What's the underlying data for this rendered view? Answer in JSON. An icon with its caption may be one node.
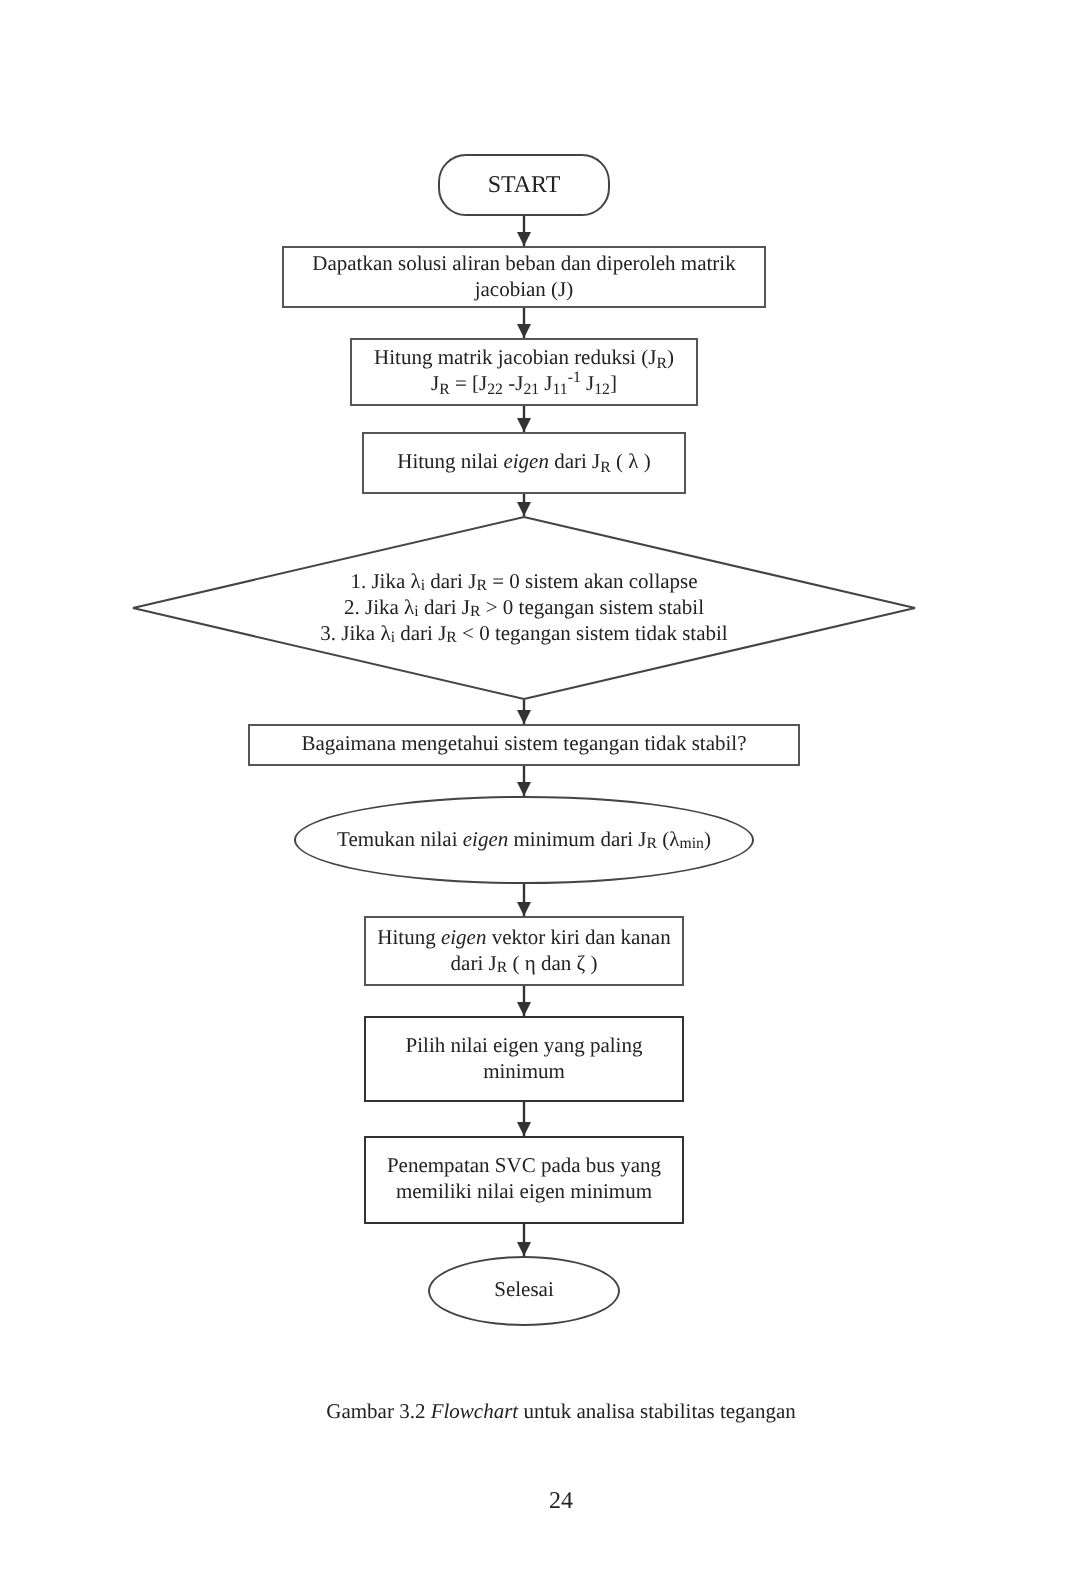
{
  "diagram": {
    "caption": "Gambar 3.2 *Flowchart* untuk analisa stabilitas tegangan",
    "nodes": [
      {
        "text": [
          "START"
        ]
      },
      {
        "text": [
          "Dapatkan solusi aliran beban dan diperoleh matrik jacobian (J)"
        ]
      },
      {
        "text": [
          "Hitung matrik jacobian reduksi (J$_{R}$)",
          "J$_{R}$ = [J$_{22}$ -J$_{21}$ J$_{11}$$^{-1}$ J$_{12}$]"
        ]
      },
      {
        "text": [
          "Hitung nilai *eigen* dari J$_{R}$ ( λ )"
        ]
      },
      {
        "text": [
          "1. Jika λ$_{i}$ dari J$_{R}$ = 0 sistem akan collapse",
          "2. Jika λ$_{i}$ dari J$_{R}$ > 0 tegangan sistem stabil",
          "3. Jika λ$_{i}$ dari J$_{R}$ < 0 tegangan sistem tidak stabil"
        ]
      },
      {
        "text": [
          "Bagaimana mengetahui sistem tegangan tidak stabil?"
        ]
      },
      {
        "text": [
          "Temukan nilai *eigen* minimum dari J$_{R}$ (λ$_{min}$)"
        ]
      },
      {
        "text": [
          "Hitung *eigen* vektor kiri dan kanan dari J$_{R}$ ( η dan ζ )"
        ]
      },
      {
        "text": [
          "Pilih nilai eigen yang paling minimum"
        ]
      },
      {
        "text": [
          "Penempatan SVC pada bus yang memiliki nilai eigen minimum"
        ]
      },
      {
        "text": [
          "Selesai"
        ]
      }
    ],
    "edges": [
      {
        "from": 0,
        "to": 1,
        "arrow": "to"
      },
      {
        "from": 1,
        "to": 2,
        "arrow": "to"
      },
      {
        "from": 2,
        "to": 3,
        "arrow": "to"
      },
      {
        "from": 3,
        "to": 4,
        "arrow": "to"
      },
      {
        "from": 4,
        "to": 5,
        "arrow": "to"
      },
      {
        "from": 5,
        "to": 6,
        "arrow": "to"
      },
      {
        "from": 6,
        "to": 7,
        "arrow": "to"
      },
      {
        "from": 7,
        "to": 8,
        "arrow": "to"
      },
      {
        "from": 8,
        "to": 9,
        "arrow": "to"
      },
      {
        "from": 9,
        "to": 10,
        "arrow": "to"
      }
    ],
    "labels": [
      "24"
    ]
  }
}
